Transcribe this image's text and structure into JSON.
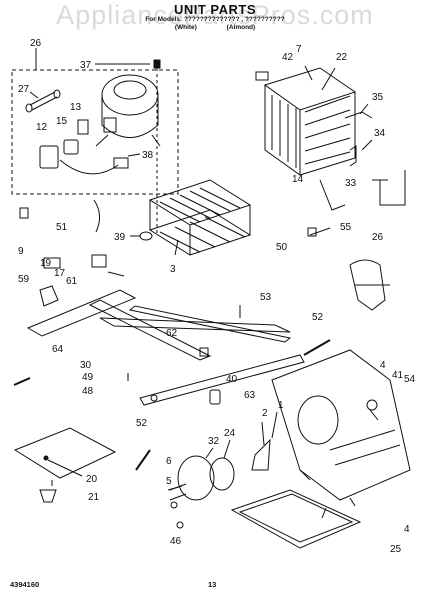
{
  "header": {
    "title": "UNIT PARTS",
    "for_models": "For Models: ?????????????? , ??????????",
    "variant_white": "(White)",
    "variant_almond": "(Almond)"
  },
  "watermark": "AppliancePartsPros.com",
  "footer": {
    "doc_number": "4394160",
    "page_number": "13"
  },
  "callouts": [
    {
      "id": "c26",
      "text": "26"
    },
    {
      "id": "c37",
      "text": "37"
    },
    {
      "id": "c27",
      "text": "27"
    },
    {
      "id": "c15",
      "text": "15"
    },
    {
      "id": "c12",
      "text": "12"
    },
    {
      "id": "c13",
      "text": "13"
    },
    {
      "id": "c38",
      "text": "38"
    },
    {
      "id": "c42",
      "text": "42"
    },
    {
      "id": "c7",
      "text": "7"
    },
    {
      "id": "c22",
      "text": "22"
    },
    {
      "id": "c35",
      "text": "35"
    },
    {
      "id": "c34",
      "text": "34"
    },
    {
      "id": "c14",
      "text": "14"
    },
    {
      "id": "c33",
      "text": "33"
    },
    {
      "id": "c9",
      "text": "9"
    },
    {
      "id": "c51",
      "text": "51"
    },
    {
      "id": "c39",
      "text": "39"
    },
    {
      "id": "c55",
      "text": "55"
    },
    {
      "id": "c50",
      "text": "50"
    },
    {
      "id": "c26b",
      "text": "26"
    },
    {
      "id": "c19",
      "text": "19"
    },
    {
      "id": "c17",
      "text": "17"
    },
    {
      "id": "c61",
      "text": "61"
    },
    {
      "id": "c3",
      "text": "3"
    },
    {
      "id": "c59",
      "text": "59"
    },
    {
      "id": "c53",
      "text": "53"
    },
    {
      "id": "c52",
      "text": "52"
    },
    {
      "id": "c62",
      "text": "62"
    },
    {
      "id": "c64",
      "text": "64"
    },
    {
      "id": "c30",
      "text": "30"
    },
    {
      "id": "c49",
      "text": "49"
    },
    {
      "id": "c48",
      "text": "48"
    },
    {
      "id": "c40",
      "text": "40"
    },
    {
      "id": "c4",
      "text": "4"
    },
    {
      "id": "c41",
      "text": "41"
    },
    {
      "id": "c54",
      "text": "54"
    },
    {
      "id": "c63",
      "text": "63"
    },
    {
      "id": "c2",
      "text": "2"
    },
    {
      "id": "c1",
      "text": "1"
    },
    {
      "id": "c52b",
      "text": "52"
    },
    {
      "id": "c32",
      "text": "32"
    },
    {
      "id": "c24",
      "text": "24"
    },
    {
      "id": "c6",
      "text": "6"
    },
    {
      "id": "c5",
      "text": "5"
    },
    {
      "id": "c20",
      "text": "20"
    },
    {
      "id": "c21",
      "text": "21"
    },
    {
      "id": "c46",
      "text": "46"
    },
    {
      "id": "c4b",
      "text": "4"
    },
    {
      "id": "c25",
      "text": "25"
    }
  ]
}
